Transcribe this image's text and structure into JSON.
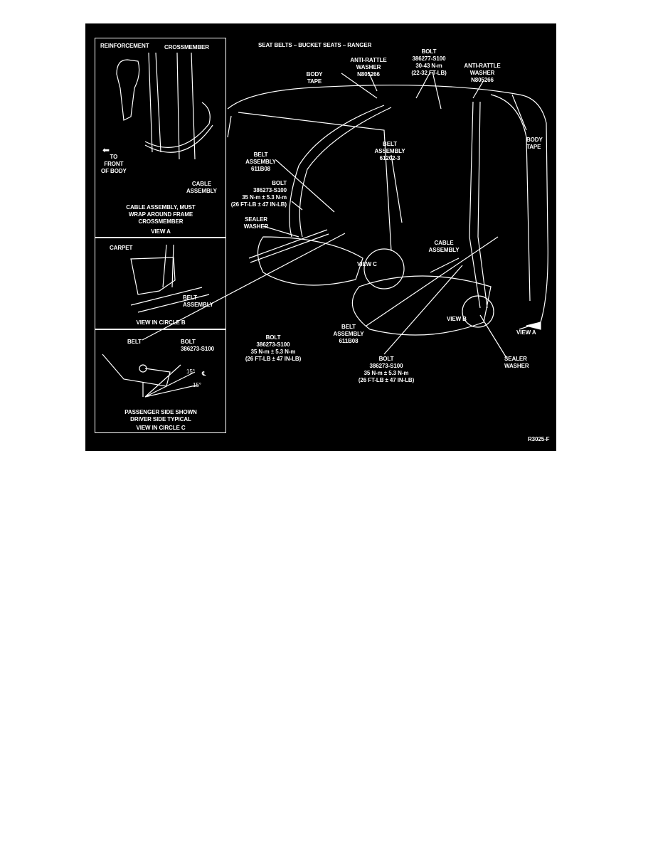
{
  "title": "SEAT BELTS – BUCKET SEATS – RANGER",
  "figure_id": "R3025-F",
  "main_labels": {
    "anti_rattle_left": "ANTI-RATTLE\nWASHER\nN805266",
    "bolt_top": "BOLT\n386277-S100\n30-43 N-m\n(22-32 FT-LB)",
    "anti_rattle_right": "ANTI-RATTLE\nWASHER\nN805266",
    "body_tape_left": "BODY\nTAPE",
    "body_tape_right": "BODY\nTAPE",
    "belt_assembly_upper": "BELT\nASSEMBLY\n611B08",
    "belt_assembly_center": "BELT\nASSEMBLY\n61202-3",
    "bolt_upper_left": "BOLT\n386273-S100\n35 N-m ± 5.3 N-m\n(26 FT-LB ± 47 IN-LB)",
    "sealer_washer_left": "SEALER\nWASHER",
    "cable_assembly": "CABLE\nASSEMBLY",
    "view_c": "VIEW C",
    "view_b": "VIEW B",
    "view_a": "VIEW A",
    "bolt_lower_left": "BOLT\n386273-S100\n35 N-m ± 5.3 N-m\n(26 FT-LB ± 47 IN-LB)",
    "belt_assembly_lower": "BELT\nASSEMBLY\n611B08",
    "bolt_lower_center": "BOLT\n386273-S100\n35 N-m ± 5.3 N-m\n(26 FT-LB ± 47 IN-LB)",
    "sealer_washer_right": "SEALER\nWASHER"
  },
  "view_a_panel": {
    "reinforcement": "REINFORCEMENT",
    "crossmember": "CROSSMEMBER",
    "to_front": "TO\nFRONT\nOF BODY",
    "cable_assembly": "CABLE\nASSEMBLY",
    "note": "CABLE ASSEMBLY, MUST\nWRAP AROUND FRAME\nCROSSMEMBER",
    "caption": "VIEW A"
  },
  "view_b_panel": {
    "carpet": "CARPET",
    "belt_assembly": "BELT\nASSEMBLY",
    "caption": "VIEW IN CIRCLE B"
  },
  "view_c_panel": {
    "belt": "BELT",
    "bolt": "BOLT\n386273-S100",
    "angle_top": "15°",
    "centerline": "℄",
    "angle_bottom": "15°",
    "note": "PASSENGER SIDE SHOWN\nDRIVER SIDE TYPICAL",
    "caption": "VIEW IN CIRCLE C"
  }
}
